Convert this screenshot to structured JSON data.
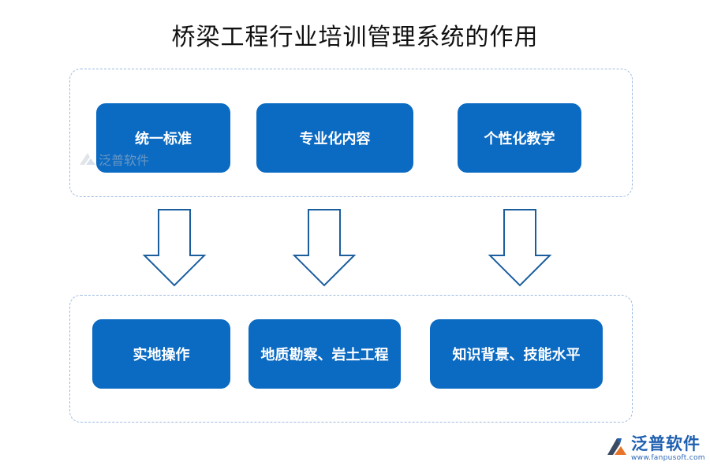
{
  "title": "桥梁工程行业培训管理系统的作用",
  "colors": {
    "box_fill": "#0b6ac2",
    "group_border": "#9dbbe0",
    "arrow_stroke": "#1b5e9e",
    "logo_text": "#1f5fb0"
  },
  "top_boxes": [
    {
      "label": "统一标准"
    },
    {
      "label": "专业化内容"
    },
    {
      "label": "个性化教学"
    }
  ],
  "bottom_boxes": [
    {
      "label": "实地操作"
    },
    {
      "label": "地质勘察、岩土工程"
    },
    {
      "label": "知识背景、技能水平"
    }
  ],
  "watermark": {
    "text": "泛普软件",
    "icon": "fanpu-logo-icon"
  },
  "logo": {
    "name": "泛普软件",
    "url": "www.fanpusoft.com",
    "icon": "fanpu-logo-icon"
  }
}
